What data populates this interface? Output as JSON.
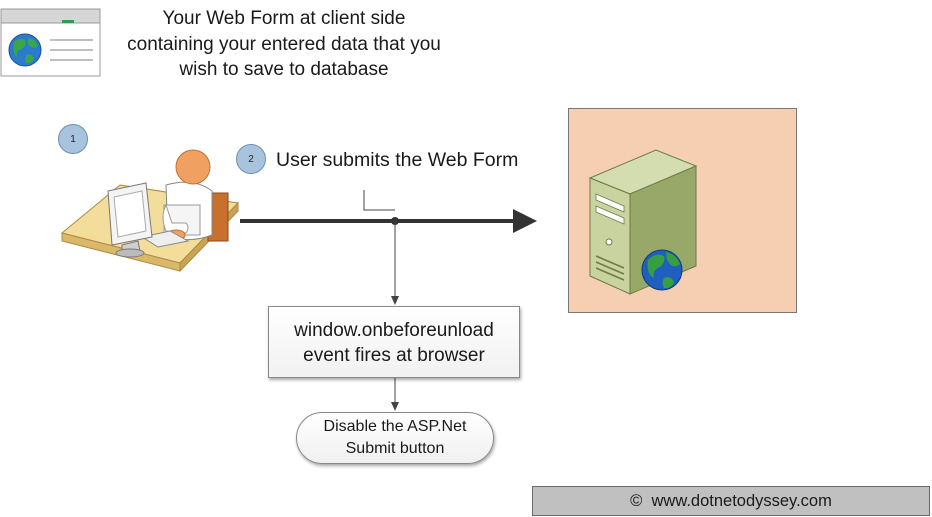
{
  "caption": {
    "line1": "Your Web Form at client side",
    "line2": "containing your entered data that you",
    "line3": "wish to save to database"
  },
  "steps": {
    "step1": "1",
    "step2": "2",
    "submit_text": "User submits the Web Form"
  },
  "event_box": {
    "line1": "window.onbeforeunload",
    "line2": "event fires at browser"
  },
  "disable_box": {
    "line1": "Disable the ASP.Net",
    "line2": "Submit  button"
  },
  "footer": {
    "symbol": "©",
    "text": "www.dotnetodyssey.com"
  },
  "icons": [
    "web-form-icon",
    "globe-icon",
    "user-at-desk-icon",
    "monitor-icon",
    "server-icon",
    "server-globe-icon"
  ],
  "colors": {
    "step_circle": "#a8c3de",
    "server_panel": "#f6cfb3",
    "footer": "#c0c0c0",
    "arrow": "#333333"
  }
}
